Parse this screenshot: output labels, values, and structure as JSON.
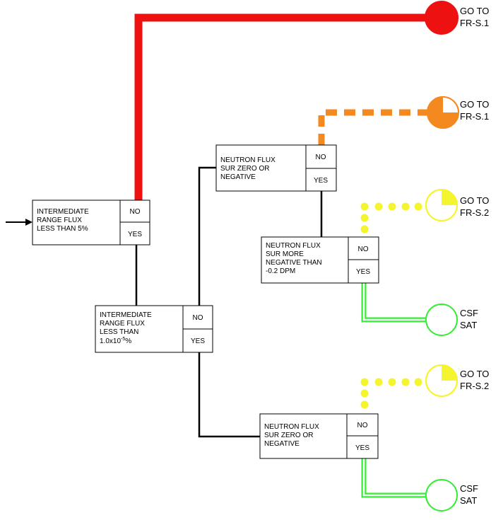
{
  "colors": {
    "red": "#ee1111",
    "orange": "#f48a1f",
    "yellow": "#f5f52f",
    "green": "#33ee33",
    "line": "#000000"
  },
  "boxes": {
    "box1": {
      "lines": [
        "INTERMEDIATE",
        "RANGE FLUX",
        "LESS THAN 5%"
      ],
      "no": "NO",
      "yes": "YES"
    },
    "box2": {
      "lines": [
        "INTERMEDIATE",
        "RANGE FLUX",
        "LESS THAN"
      ],
      "last_prefix": "1.0x10",
      "last_sup": "-5",
      "last_suffix": "%",
      "no": "NO",
      "yes": "YES"
    },
    "box3": {
      "lines": [
        "NEUTRON FLUX",
        "SUR ZERO OR",
        "NEGATIVE"
      ],
      "no": "NO",
      "yes": "YES"
    },
    "box4": {
      "lines": [
        "NEUTRON FLUX",
        "SUR MORE",
        "NEGATIVE THAN",
        "-0.2 DPM"
      ],
      "no": "NO",
      "yes": "YES"
    },
    "box5": {
      "lines": [
        "NEUTRON FLUX",
        "SUR ZERO OR",
        "NEGATIVE"
      ],
      "no": "NO",
      "yes": "YES"
    }
  },
  "terminals": {
    "t1": {
      "line1": "GO TO",
      "line2": "FR-S.1",
      "fill": "full",
      "color": "red"
    },
    "t2": {
      "line1": "GO TO",
      "line2": "FR-S.1",
      "fill": "three-quarter",
      "color": "orange"
    },
    "t3": {
      "line1": "GO TO",
      "line2": "FR-S.2",
      "fill": "quarter",
      "color": "yellow"
    },
    "t4": {
      "line1": "CSF",
      "line2": "SAT",
      "fill": "empty",
      "color": "green"
    },
    "t5": {
      "line1": "GO TO",
      "line2": "FR-S.2",
      "fill": "quarter",
      "color": "yellow"
    },
    "t6": {
      "line1": "CSF",
      "line2": "SAT",
      "fill": "empty",
      "color": "green"
    }
  }
}
